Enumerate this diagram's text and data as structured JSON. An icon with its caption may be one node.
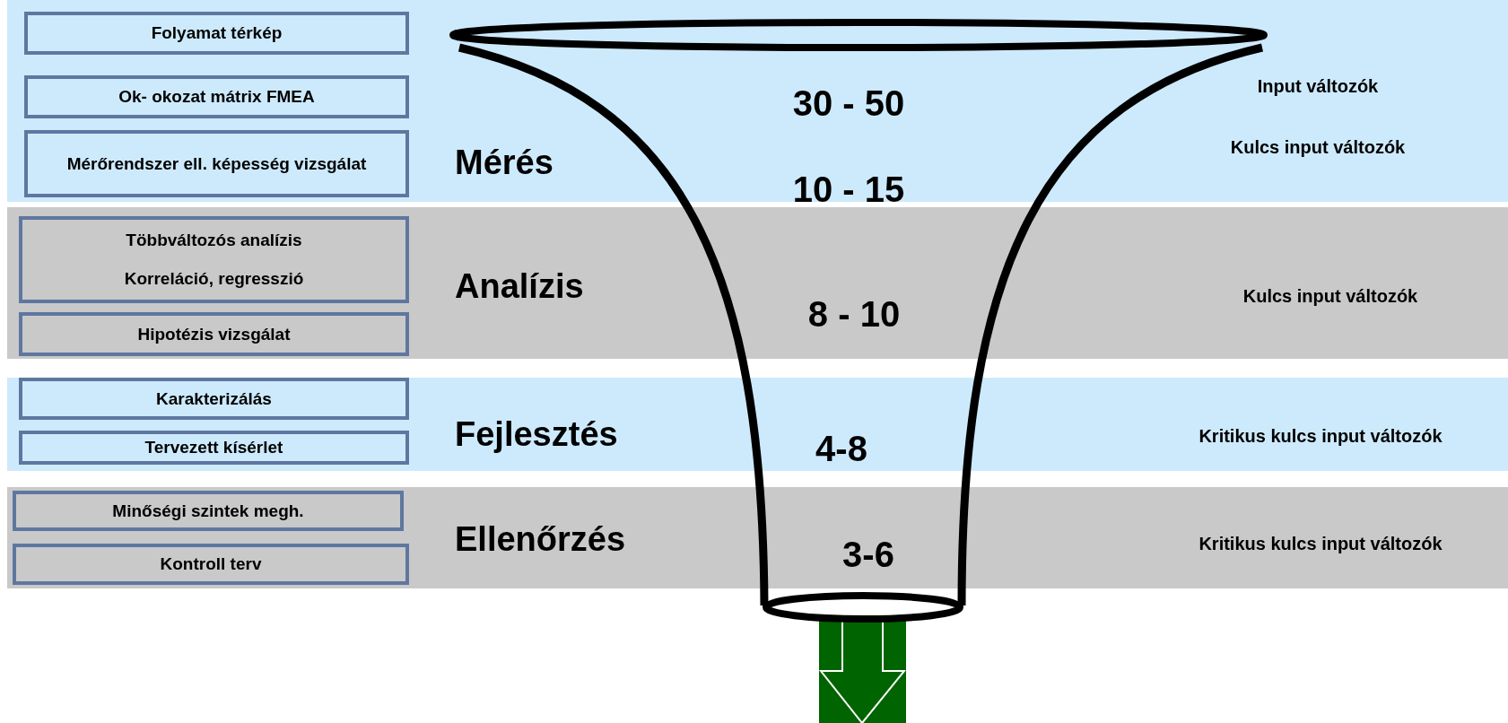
{
  "diagram": {
    "nodes": [
      {
        "text": [
          "Mérés"
        ]
      },
      {
        "text": [
          "Folyamat térkép"
        ],
        "in": 0
      },
      {
        "text": [
          "Ok- okozat mátrix FMEA"
        ],
        "in": 0
      },
      {
        "text": [
          "Mérőrendszer ell. képesség vizsgálat"
        ],
        "in": 0
      },
      {
        "text": [
          "Analízis"
        ]
      },
      {
        "text": [
          "Többváltozós analízis",
          "Korreláció, regresszió"
        ],
        "in": 4
      },
      {
        "text": [
          "Hipotézis vizsgálat"
        ],
        "in": 4
      },
      {
        "text": [
          "Fejlesztés"
        ]
      },
      {
        "text": [
          "Karakterizálás"
        ],
        "in": 7
      },
      {
        "text": [
          "Tervezett kísérlet"
        ],
        "in": 7
      },
      {
        "text": [
          "Ellenőrzés"
        ]
      },
      {
        "text": [
          "Minőségi szintek megh."
        ],
        "in": 10
      },
      {
        "text": [
          "Kontroll terv"
        ],
        "in": 10
      }
    ],
    "edges": [],
    "labels": [
      "Input változók",
      "30 - 50",
      "Kulcs input változók",
      "10 - 15",
      "8 - 10",
      "Kulcs input változók",
      "4-8",
      "Kritikus kulcs input változók",
      "3-6",
      "Kritikus kulcs input változók"
    ]
  }
}
